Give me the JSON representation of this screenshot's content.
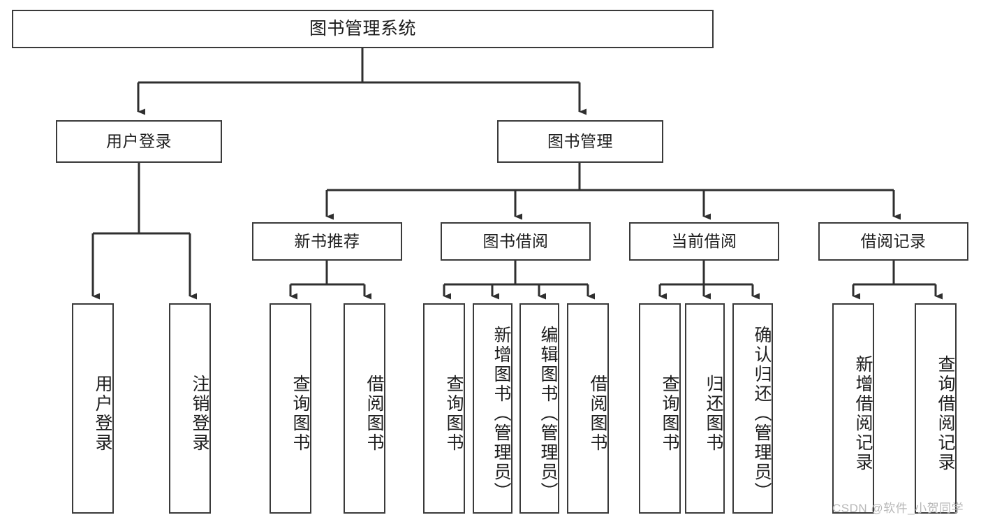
{
  "diagram": {
    "type": "tree-hierarchy",
    "title": "图书管理系统",
    "watermark": "CSDN @软件_小贺同学",
    "colors": {
      "box_border": "#3a3a3a",
      "box_fill": "#ffffff",
      "connector": "#2f2f2f",
      "text": "#1d1d1d",
      "watermark": "#b8b8b8",
      "background": "#ffffff"
    },
    "levels": {
      "level0": [
        {
          "id": "root",
          "label": "图书管理系统"
        }
      ],
      "level1": [
        {
          "id": "user-login",
          "label": "用户登录",
          "parent": "root"
        },
        {
          "id": "book-manage",
          "label": "图书管理",
          "parent": "root"
        }
      ],
      "level2": [
        {
          "id": "new-book-rec",
          "label": "新书推荐",
          "parent": "book-manage"
        },
        {
          "id": "book-borrow",
          "label": "图书借阅",
          "parent": "book-manage"
        },
        {
          "id": "current-borrow",
          "label": "当前借阅",
          "parent": "book-manage"
        },
        {
          "id": "borrow-record",
          "label": "借阅记录",
          "parent": "book-manage"
        }
      ],
      "level3": [
        {
          "id": "leaf-user-login",
          "label": "用户登录",
          "parent": "user-login"
        },
        {
          "id": "leaf-logout",
          "label": "注销登录",
          "parent": "user-login"
        },
        {
          "id": "leaf-query-book-1",
          "label": "查询图书",
          "parent": "new-book-rec"
        },
        {
          "id": "leaf-borrow-book-1",
          "label": "借阅图书",
          "parent": "new-book-rec"
        },
        {
          "id": "leaf-query-book-2",
          "label": "查询图书",
          "parent": "book-borrow"
        },
        {
          "id": "leaf-add-book",
          "label": "新增图书（管理员）",
          "parent": "book-borrow"
        },
        {
          "id": "leaf-edit-book",
          "label": "编辑图书（管理员）",
          "parent": "book-borrow"
        },
        {
          "id": "leaf-borrow-book-2",
          "label": "借阅图书",
          "parent": "book-borrow"
        },
        {
          "id": "leaf-query-book-3",
          "label": "查询图书",
          "parent": "current-borrow"
        },
        {
          "id": "leaf-return-book",
          "label": "归还图书",
          "parent": "current-borrow"
        },
        {
          "id": "leaf-confirm-return",
          "label": "确认归还（管理员）",
          "parent": "current-borrow"
        },
        {
          "id": "leaf-add-record",
          "label": "新增借阅记录",
          "parent": "borrow-record"
        },
        {
          "id": "leaf-query-record",
          "label": "查询借阅记录",
          "parent": "borrow-record"
        }
      ]
    }
  }
}
